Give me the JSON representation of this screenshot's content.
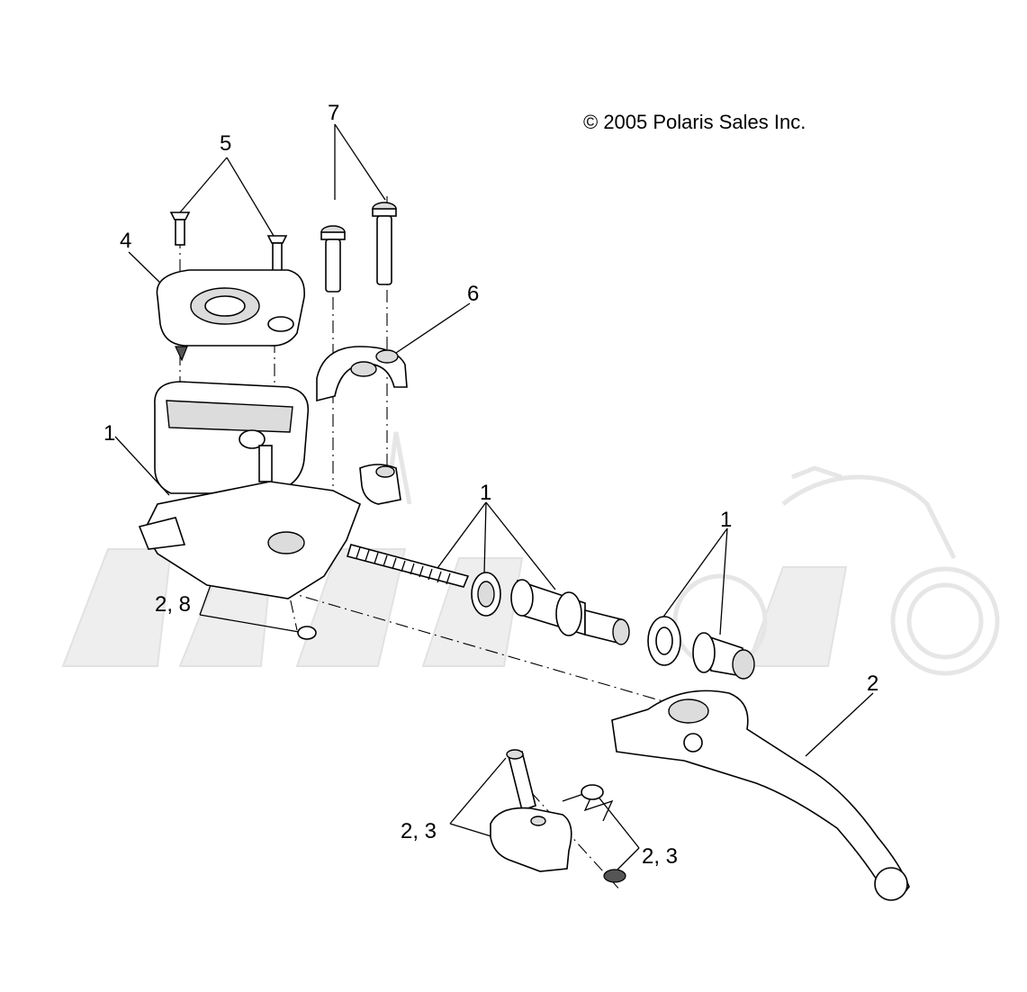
{
  "copyright": "© 2005 Polaris Sales Inc.",
  "callouts": [
    {
      "id": "c7",
      "text": "7"
    },
    {
      "id": "c5",
      "text": "5"
    },
    {
      "id": "c4",
      "text": "4"
    },
    {
      "id": "c6",
      "text": "6"
    },
    {
      "id": "c1a",
      "text": "1"
    },
    {
      "id": "c1b",
      "text": "1"
    },
    {
      "id": "c1c",
      "text": "1"
    },
    {
      "id": "c2",
      "text": "2"
    },
    {
      "id": "c28",
      "text": "2, 8"
    },
    {
      "id": "c23a",
      "text": "2,  3"
    },
    {
      "id": "c23b",
      "text": "2,  3"
    }
  ],
  "colors": {
    "line": "#000000",
    "watermark": "#e6e6e6",
    "shade": "#dcdcdc"
  }
}
